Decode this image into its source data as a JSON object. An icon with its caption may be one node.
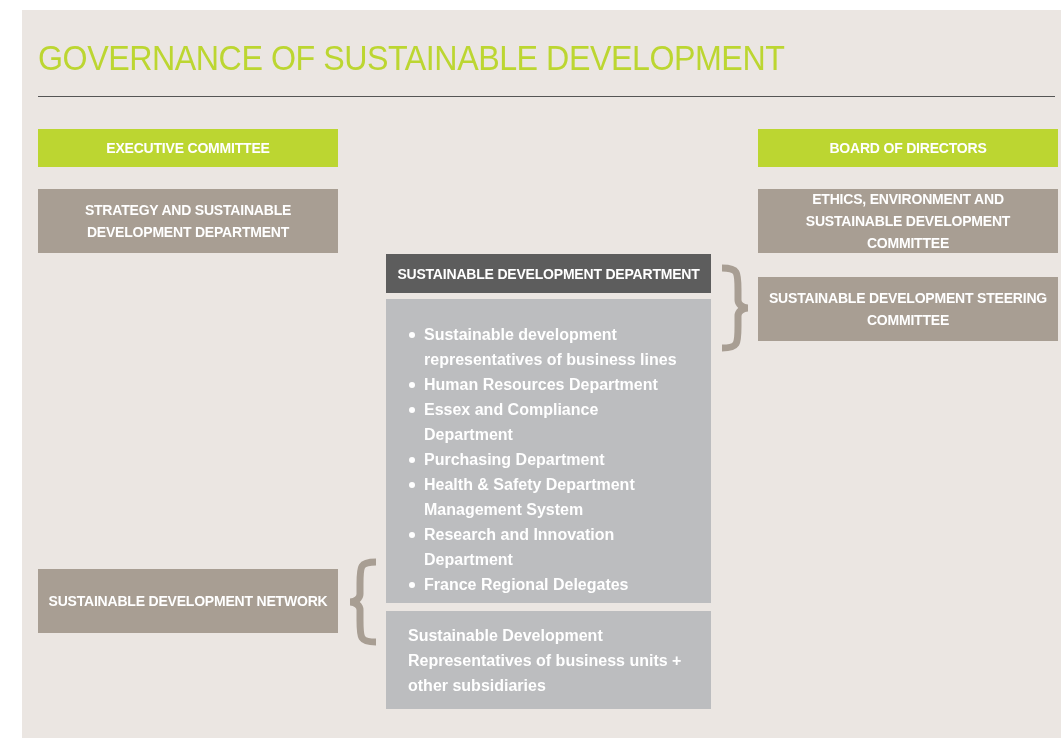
{
  "diagram": {
    "title": "GOVERNANCE OF SUSTAINABLE DEVELOPMENT",
    "nodes": [
      {
        "text": [
          "EXECUTIVE COMMITTEE"
        ]
      },
      {
        "text": [
          "STRATEGY AND SUSTAINABLE DEVELOPMENT DEPARTMENT"
        ]
      },
      {
        "text": [
          "BOARD OF DIRECTORS"
        ]
      },
      {
        "text": [
          "ETHICS, ENVIRONMENT AND SUSTAINABLE DEVELOPMENT COMMITTEE"
        ]
      },
      {
        "text": [
          "SUSTAINABLE DEVELOPMENT DEPARTMENT"
        ]
      },
      {
        "text": [
          "Sustainable development representatives of business lines",
          "Human Resources Department",
          "Essex and Compliance Department",
          "Purchasing Department",
          "Health & Safety Department Management System",
          "Research and Innovation Department",
          "France Regional Delegates"
        ]
      },
      {
        "text": [
          "SUSTAINABLE DEVELOPMENT STEERING COMMITTEE"
        ]
      },
      {
        "text": [
          "SUSTAINABLE DEVELOPMENT NETWORK"
        ]
      },
      {
        "text": [
          "Sustainable Development Representatives of business units + other subsidiaries"
        ]
      }
    ],
    "edges": []
  }
}
